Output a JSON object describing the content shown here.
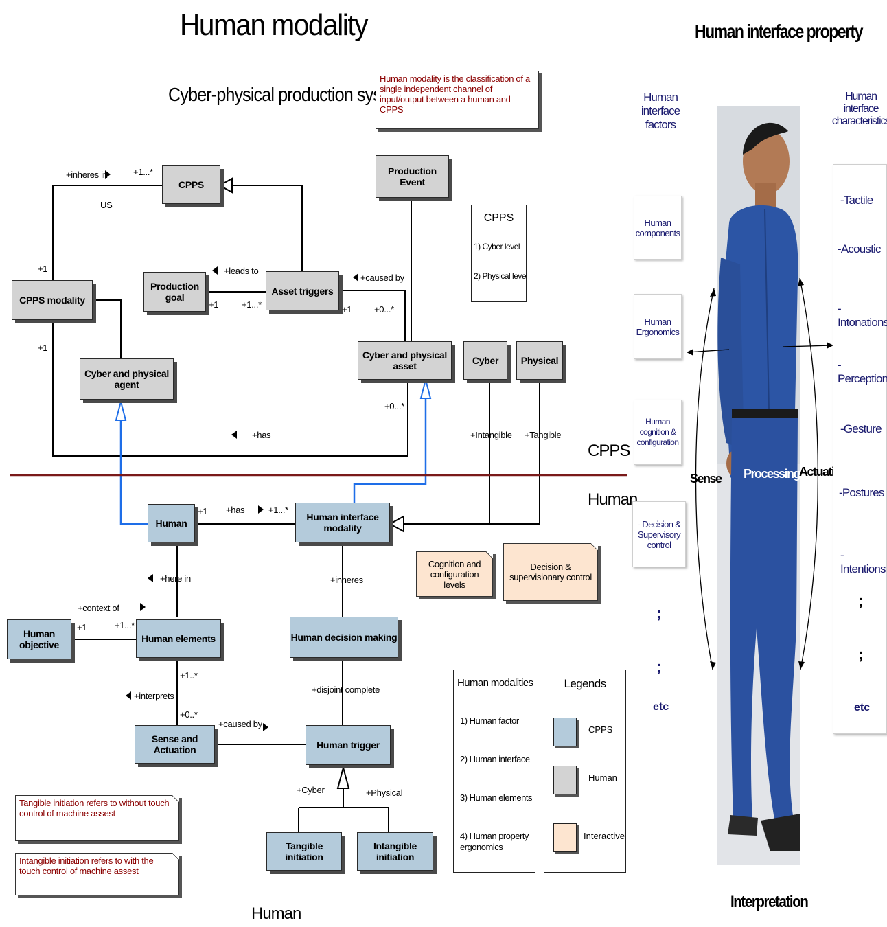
{
  "left": {
    "title": "Human modality",
    "subtitle_cpps": "Cyber-physical production system",
    "subtitle_human": "Human",
    "region_cpps": "CPPS",
    "region_human": "Human",
    "top_note": "Human modality is the classification of a single independent channel of input/output between a human and CPPS",
    "cpps_box": {
      "title": "CPPS",
      "line1": "1) Cyber level",
      "line2": "2) Physical level"
    },
    "classes": {
      "cpps": "CPPS",
      "production_event": "Production Event",
      "production_goal": "Production goal",
      "asset_triggers": "Asset triggers",
      "cpps_modality": "CPPS modality",
      "cyber_physical_asset": "Cyber and physical asset",
      "cyber": "Cyber",
      "physical": "Physical",
      "cyber_physical_agent": "Cyber and physical agent",
      "human": "Human",
      "human_interface_modality": "Human interface modality",
      "human_objective": "Human objective",
      "human_elements": "Human elements",
      "human_decision_making": "Human decision making",
      "sense_actuation": "Sense and Actuation",
      "human_trigger": "Human trigger",
      "tangible_initiation": "Tangible initiation",
      "intangible_initiation": "Intangible initiation"
    },
    "labels": {
      "inheres_in": "+inheres in",
      "one_many_a": "+1...*",
      "us": "US",
      "plus1_a": "+1",
      "plus1_b": "+1",
      "leads_to": "+leads to",
      "plus1_c": "+1",
      "one_many_b": "+1...*",
      "caused_by_a": "+caused by",
      "plus1_d": "+1",
      "zero_many_a": "+0...*",
      "zero_many_b": "+0...*",
      "has_a": "+has",
      "intangible": "+Intangible",
      "tangible": "+Tangible",
      "plus1_e": "+1",
      "has_b": "+has",
      "one_many_c": "+1...*",
      "here_in": "+here in",
      "inheres": "+inheres",
      "context_of": "+context of",
      "plus1_f": "+1",
      "one_many_d": "+1...*",
      "one_many_e": "+1..*",
      "interprets": "+interprets",
      "zero_many_c": "+0..*",
      "caused_by_b": "+caused by",
      "disjoint": "+disjoint complete",
      "cyber_gen": "+Cyber",
      "physical_gen": "+Physical"
    },
    "notes": {
      "cognition": "Cognition and configuration levels",
      "decision": "Decision & supervisionary control",
      "tangible": "Tangible initiation refers to without touch control of machine assest",
      "intangible": "Intangible initiation refers to with the touch control of machine assest"
    },
    "modalities": {
      "title": "Human modalities",
      "items": [
        "1) Human factor",
        "2) Human interface",
        "3) Human elements",
        "4) Human property ergonomics"
      ]
    },
    "legend": {
      "title": "Legends",
      "items": [
        {
          "label": "CPPS",
          "color": "#b4cbdb"
        },
        {
          "label": "Human",
          "color": "#d3d3d3"
        },
        {
          "label": "Interactive",
          "color": "#fde5d0"
        }
      ]
    }
  },
  "right": {
    "title": "Human interface property",
    "factors_header": "Human interface factors",
    "characteristics_header": "Human interface characteristics",
    "factors": [
      "Human components",
      "Human Ergonomics",
      "Human cognition & configuration",
      "-    Decision & Supervisory control"
    ],
    "factor_dots": [
      ";",
      ";"
    ],
    "factor_etc": "etc",
    "characteristics": [
      "-Tactile",
      "-Acoustic",
      "-Intonations",
      "-Perceptions",
      "-Gesture",
      "-Postures",
      "-Intentions"
    ],
    "char_dots": [
      ";",
      ";"
    ],
    "char_etc": "etc",
    "sense": "Sense",
    "processing": "Processing",
    "actuation": "Actuation",
    "interpretation": "Interpretation"
  }
}
